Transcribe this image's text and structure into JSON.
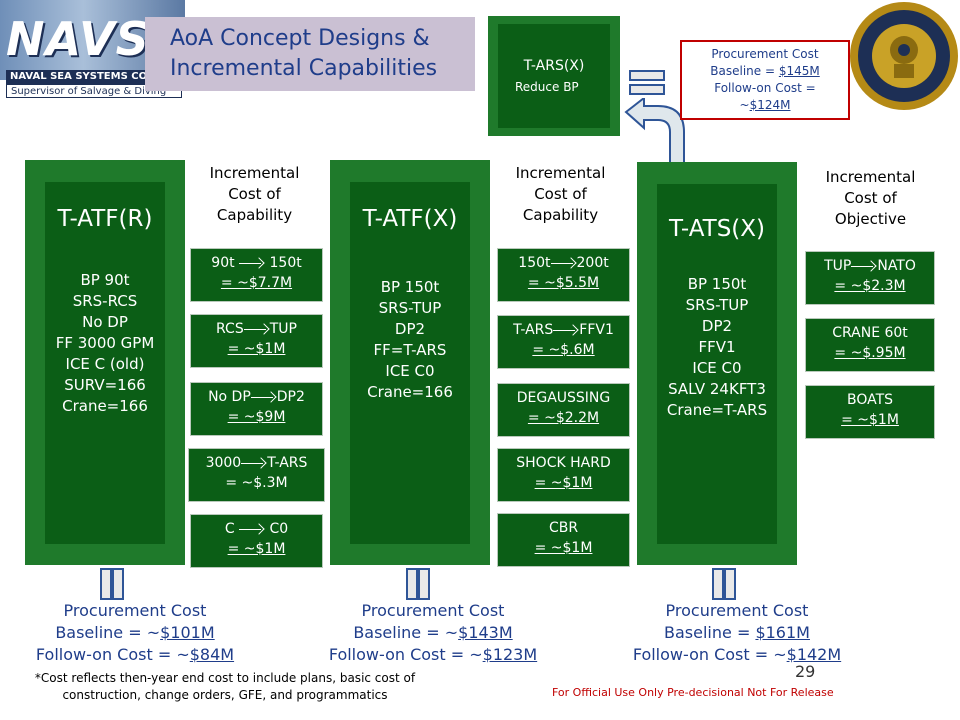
{
  "logo": {
    "word": "NAVSEA",
    "line1": "NAVAL SEA SYSTEMS COMMAND",
    "line2": "Supervisor of Salvage & Diving"
  },
  "title": {
    "line1": "AoA Concept Designs &",
    "line2": "Incremental Capabilities"
  },
  "columns": [
    {
      "name": "T-ATF(R)",
      "specs": [
        "BP 90t",
        "SRS-RCS",
        "No DP",
        "FF 3000 GPM",
        "ICE C (old)",
        "SURV=166",
        "Crane=166"
      ],
      "procurement": {
        "label": "Procurement Cost",
        "baseline_prefix": "Baseline = ~",
        "baseline": "$101M",
        "followon_prefix": "Follow-on Cost = ~",
        "followon": "$84M"
      }
    },
    {
      "name": "T-ATF(X)",
      "specs": [
        "BP 150t",
        "SRS-TUP",
        "DP2",
        "FF=T-ARS",
        "ICE C0",
        "Crane=166"
      ],
      "procurement": {
        "label": "Procurement Cost",
        "baseline_prefix": "Baseline = ~",
        "baseline": "$143M",
        "followon_prefix": "Follow-on Cost = ~",
        "followon": "$123M"
      }
    },
    {
      "name": "T-ATS(X)",
      "specs": [
        "BP 150t",
        "SRS-TUP",
        "DP2",
        "FFV1",
        "ICE C0",
        "SALV 24KFT3",
        "Crane=T-ARS"
      ],
      "procurement": {
        "label": "Procurement Cost",
        "baseline_prefix": "Baseline = ",
        "baseline": "$161M",
        "followon_prefix": "Follow-on Cost = ~",
        "followon": "$142M"
      }
    }
  ],
  "increments": [
    {
      "label": [
        "Incremental",
        "Cost of",
        "Capability"
      ],
      "boxes": [
        {
          "from": "90t",
          "to": "150t",
          "cost": "= ~$7.7M",
          "underline": true
        },
        {
          "from": "RCS",
          "to": "TUP",
          "cost": "= ~$1M",
          "underline": true
        },
        {
          "from": "No DP",
          "to": "DP2",
          "cost": "= ~$9M",
          "underline": true
        },
        {
          "from": "3000",
          "to": "T-ARS",
          "cost": "= ~$.3M",
          "underline": false
        },
        {
          "from": "C",
          "to": "C0",
          "cost": "= ~$1M",
          "underline": true
        }
      ]
    },
    {
      "label": [
        "Incremental",
        "Cost of",
        "Capability"
      ],
      "boxes": [
        {
          "from": "150t",
          "to": "200t",
          "cost": "= ~$5.5M",
          "underline": true
        },
        {
          "from": "T-ARS",
          "to": "FFV1",
          "cost": "= ~$.6M",
          "underline": true
        },
        {
          "from": "DEGAUSSING",
          "to": "",
          "cost": "= ~$2.2M",
          "underline": true
        },
        {
          "from": "SHOCK HARD",
          "to": "",
          "cost": "= ~$1M",
          "underline": true
        },
        {
          "from": "CBR",
          "to": "",
          "cost": "= ~$1M",
          "underline": true
        }
      ]
    },
    {
      "label": [
        "Incremental",
        "Cost of",
        "Objective"
      ],
      "boxes": [
        {
          "from": "TUP",
          "to": "NATO",
          "cost": "= ~$2.3M",
          "underline": true
        },
        {
          "from": "CRANE 60t",
          "to": "",
          "cost": "= ~$.95M",
          "underline": true
        },
        {
          "from": "BOATS",
          "to": "",
          "cost": "= ~$1M",
          "underline": true
        }
      ]
    }
  ],
  "tars": {
    "name": "T-ARS(X)",
    "sub": "Reduce BP"
  },
  "tars_procurement": {
    "line1": "Procurement Cost",
    "baseline_prefix": "Baseline = ",
    "baseline": "$145M",
    "followon_line": "Follow-on Cost =",
    "followon_prefix": "~",
    "followon": "$124M"
  },
  "footnote": "*Cost reflects then-year end cost to include plans, basic cost of construction, change orders, GFE, and programmatics",
  "official": "For Official Use Only Pre-decisional Not For Release",
  "page_number": "29",
  "colors": {
    "green_dark": "#0b5e16",
    "green_light": "#1f7a2b",
    "title_bg": "#cac0d3",
    "accent_blue": "#1f3d8a",
    "red": "#c00000"
  }
}
